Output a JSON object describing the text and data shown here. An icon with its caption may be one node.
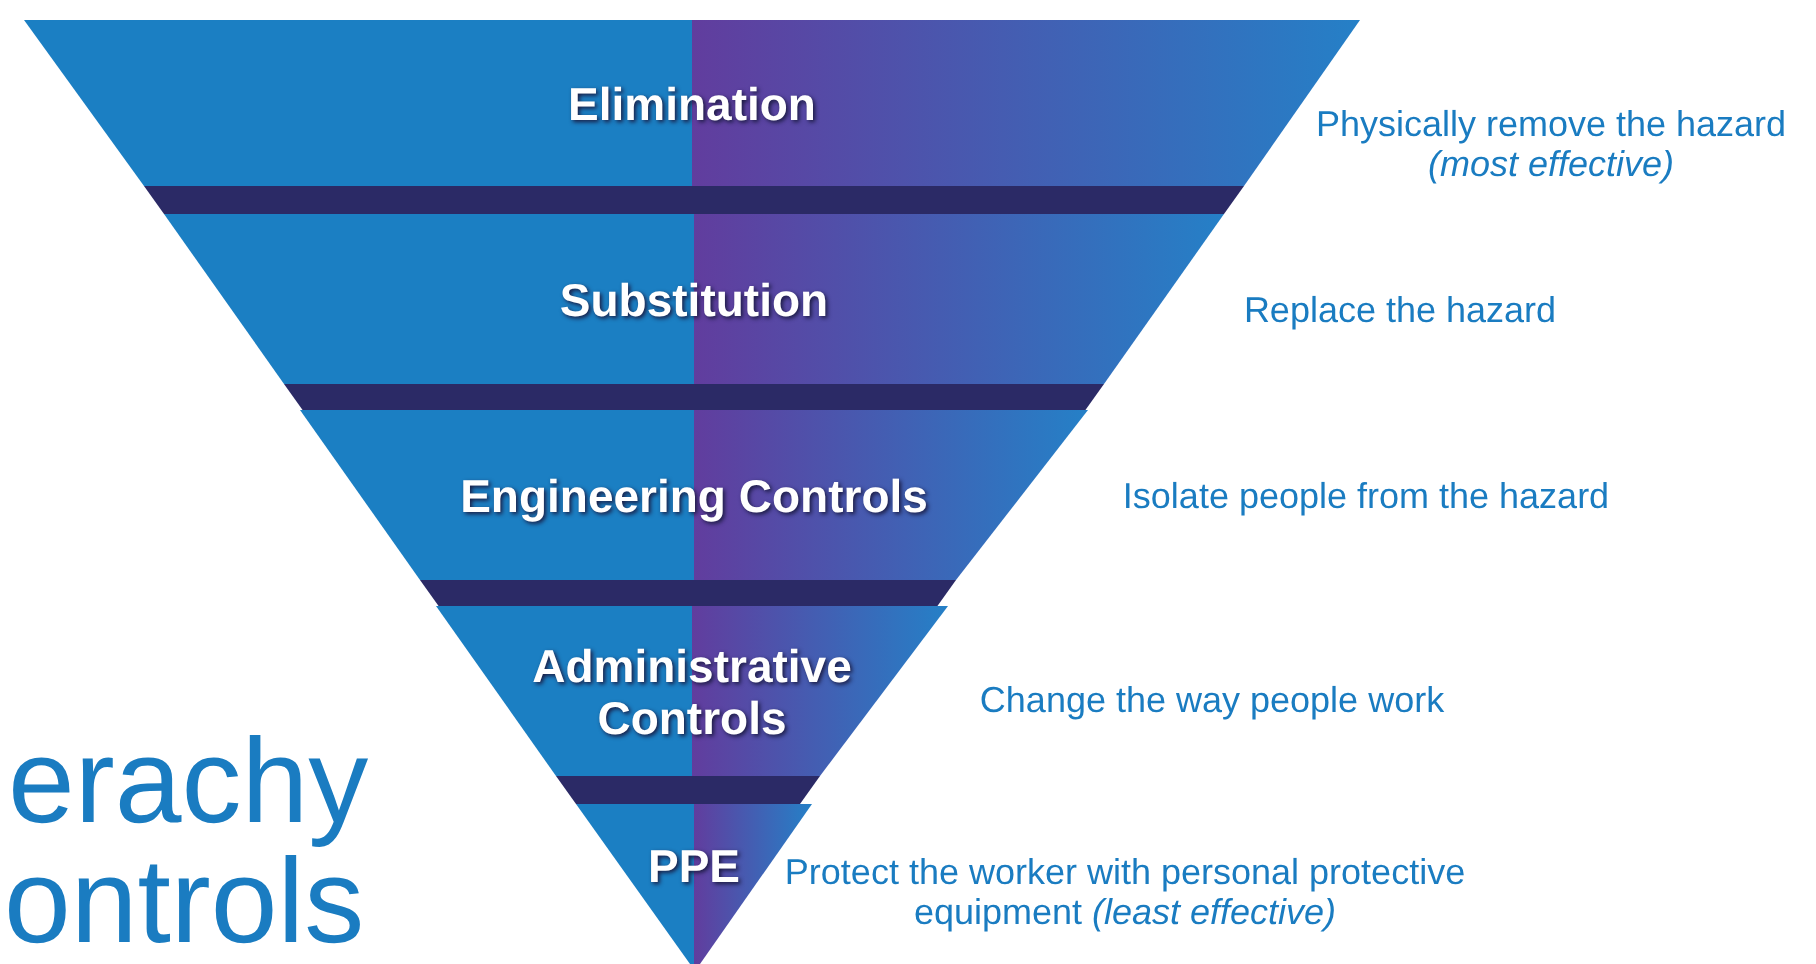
{
  "diagram": {
    "nodes": [
      {
        "text": [
          "Elimination"
        ],
        "beside": [
          "Physically remove the hazard *(most effective)*"
        ]
      },
      {
        "text": [
          "Substitution"
        ],
        "beside": [
          "Replace the hazard"
        ]
      },
      {
        "text": [
          "Engineering Controls"
        ],
        "beside": [
          "Isolate people from the hazard"
        ]
      },
      {
        "text": [
          "Administrative Controls"
        ],
        "beside": [
          "Change the way people work"
        ]
      },
      {
        "text": [
          "PPE"
        ],
        "beside": [
          "Protect the worker with personal protective equipment *(least effective)*"
        ]
      }
    ],
    "labels": [
      "erachy",
      "ontrols"
    ]
  }
}
